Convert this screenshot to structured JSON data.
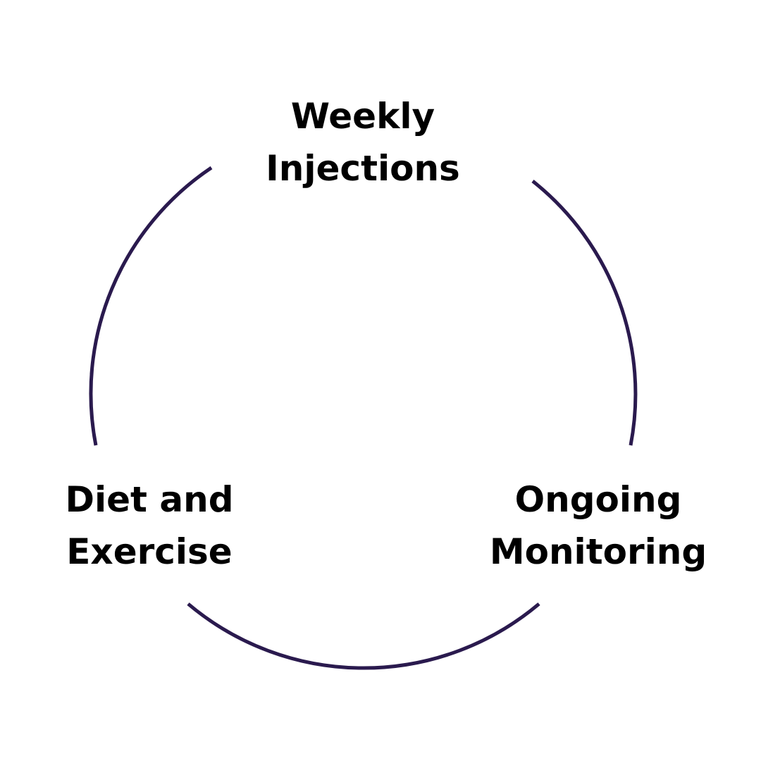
{
  "diagram": {
    "type": "cycle",
    "stroke_color": "#2a1a4e",
    "text_color": "#000000",
    "nodes": [
      {
        "id": "top",
        "lines": [
          "Weekly",
          "Injections"
        ]
      },
      {
        "id": "right",
        "lines": [
          "Ongoing",
          "Monitoring"
        ]
      },
      {
        "id": "left",
        "lines": [
          "Diet and",
          "Exercise"
        ]
      }
    ]
  }
}
